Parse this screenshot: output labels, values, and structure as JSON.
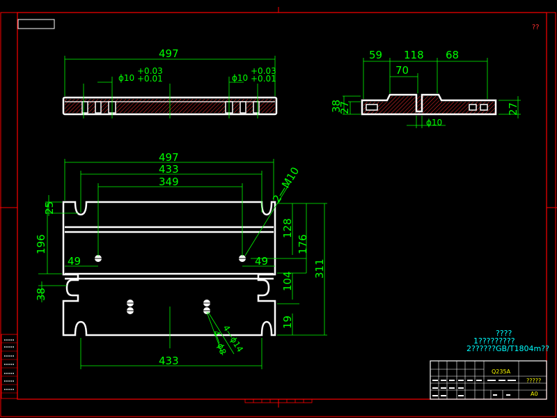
{
  "top_view": {
    "overall_width": "497",
    "hole_left": "ϕ10",
    "hole_right": "ϕ10",
    "tol_upper": "+0.03",
    "tol_lower": "+0.01"
  },
  "side_view": {
    "dim_a": "59",
    "dim_b": "118",
    "dim_c": "68",
    "dim_d": "70",
    "height_left_a": "38",
    "height_left_b": "27",
    "height_right": "27",
    "hole": "ϕ10"
  },
  "plan_view": {
    "width_outer": "497",
    "width_mid": "433",
    "width_inner": "349",
    "thread": "2—M10",
    "left_height": "196",
    "left_top": "25",
    "left_gap": "38",
    "left_offset": "49",
    "right_offset": "49",
    "right_a": "128",
    "right_b": "176",
    "right_c": "104",
    "right_d": "19",
    "right_total": "311",
    "bottom_width": "433",
    "hole_a": "4—ϕ14",
    "hole_b": "4—ϕ8"
  },
  "notes": {
    "line1": "????",
    "line2": "1?????????",
    "line3": "2??????GB/T1804m??"
  },
  "title_block": {
    "material": "Q235A",
    "part_name": "?????",
    "size": "A0"
  },
  "stamp": "??"
}
